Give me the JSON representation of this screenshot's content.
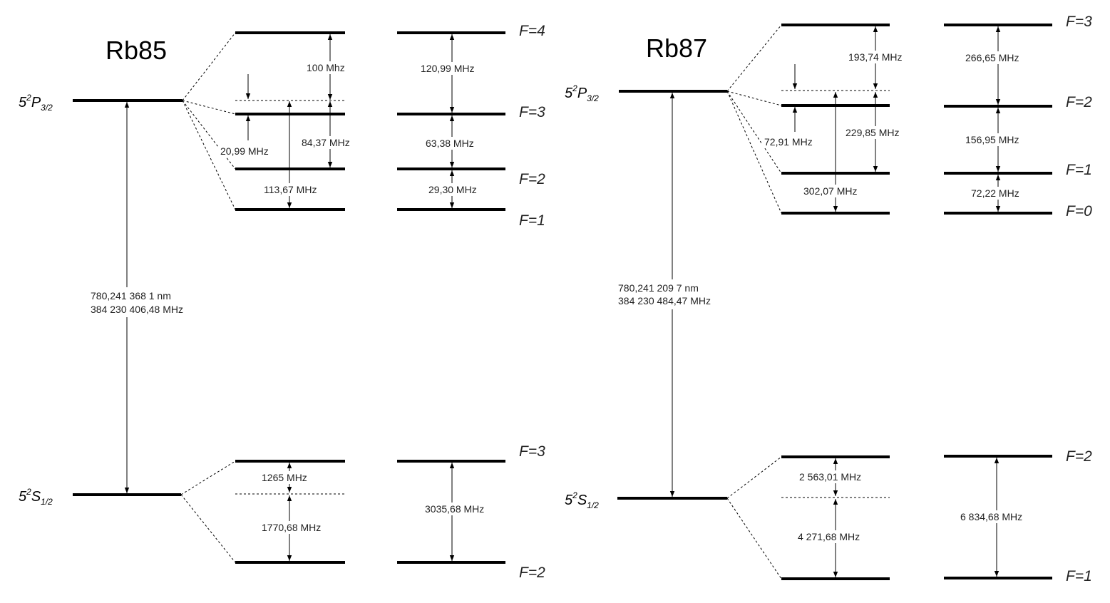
{
  "rb85": {
    "title": "Rb85",
    "p_term": {
      "main": "5",
      "sup": "2",
      "letter": "P",
      "sub": "3/2"
    },
    "s_term": {
      "main": "5",
      "sup": "2",
      "letter": "S",
      "sub": "1/2"
    },
    "transition": {
      "wavelength": "780,241 368 1 nm",
      "frequency": "384 230 406,48 MHz"
    },
    "p_intervals": {
      "a": "100 Mhz",
      "b": "20,99 MHz",
      "c": "84,37 MHz",
      "d": "113,67 MHz"
    },
    "p_splittings": [
      "120,99 MHz",
      "63,38 MHz",
      "29,30 MHz"
    ],
    "p_levels": [
      "F=4",
      "F=3",
      "F=2",
      "F=1"
    ],
    "s_intervals": {
      "a": "1265 MHz",
      "b": "1770,68 MHz"
    },
    "s_splitting": "3035,68 MHz",
    "s_levels": [
      "F=3",
      "F=2"
    ]
  },
  "rb87": {
    "title": "Rb87",
    "p_term": {
      "main": "5",
      "sup": "2",
      "letter": "P",
      "sub": "3/2"
    },
    "s_term": {
      "main": "5",
      "sup": "2",
      "letter": "S",
      "sub": "1/2"
    },
    "transition": {
      "wavelength": "780,241 209 7 nm",
      "frequency": "384 230 484,47 MHz"
    },
    "p_intervals": {
      "a": "193,74 MHz",
      "b": "72,91 MHz",
      "c": "229,85 MHz",
      "d": "302,07 MHz"
    },
    "p_splittings": [
      "266,65 MHz",
      "156,95 MHz",
      "72,22 MHz"
    ],
    "p_levels": [
      "F=3",
      "F=2",
      "F=1",
      "F=0"
    ],
    "s_intervals": {
      "a": "2 563,01 MHz",
      "b": "4 271,68 MHz"
    },
    "s_splitting": "6 834,68 MHz",
    "s_levels": [
      "F=2",
      "F=1"
    ]
  }
}
